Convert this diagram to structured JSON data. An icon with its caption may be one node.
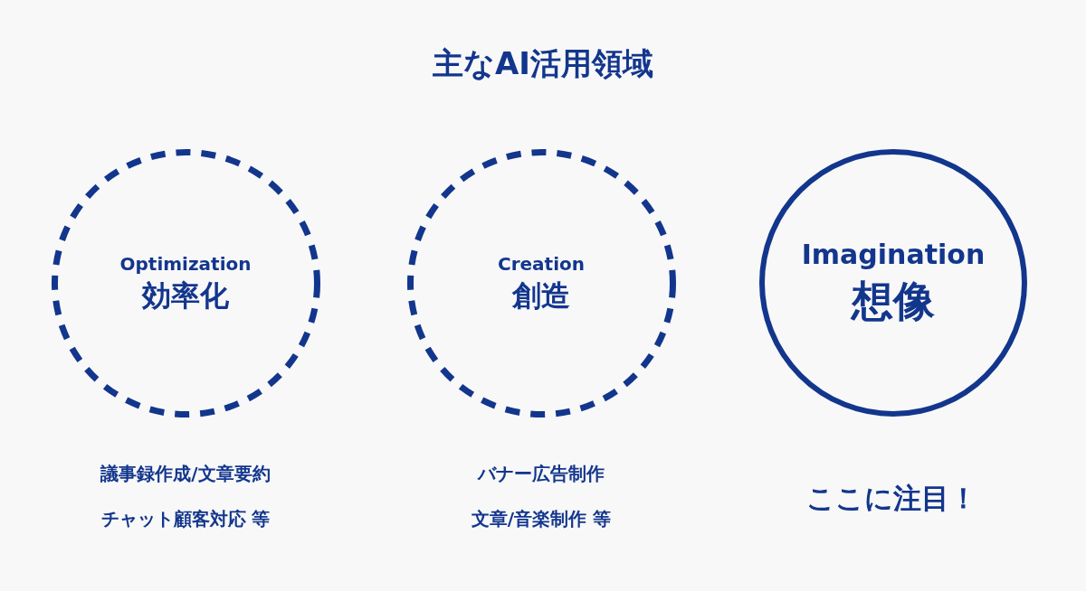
{
  "diagram": {
    "title": "主なAI活用領域",
    "nodes": [
      {
        "text": [
          "Optimization",
          "効率化"
        ],
        "beside": [
          "議事録作成/文章要約",
          "チャット顧客対応 等"
        ]
      },
      {
        "text": [
          "Creation",
          "創造"
        ],
        "beside": [
          "バナー広告制作",
          "文章/音楽制作 等"
        ]
      },
      {
        "text": [
          "Imagination",
          "想像"
        ],
        "beside": [
          "ここに注目！"
        ]
      }
    ]
  }
}
